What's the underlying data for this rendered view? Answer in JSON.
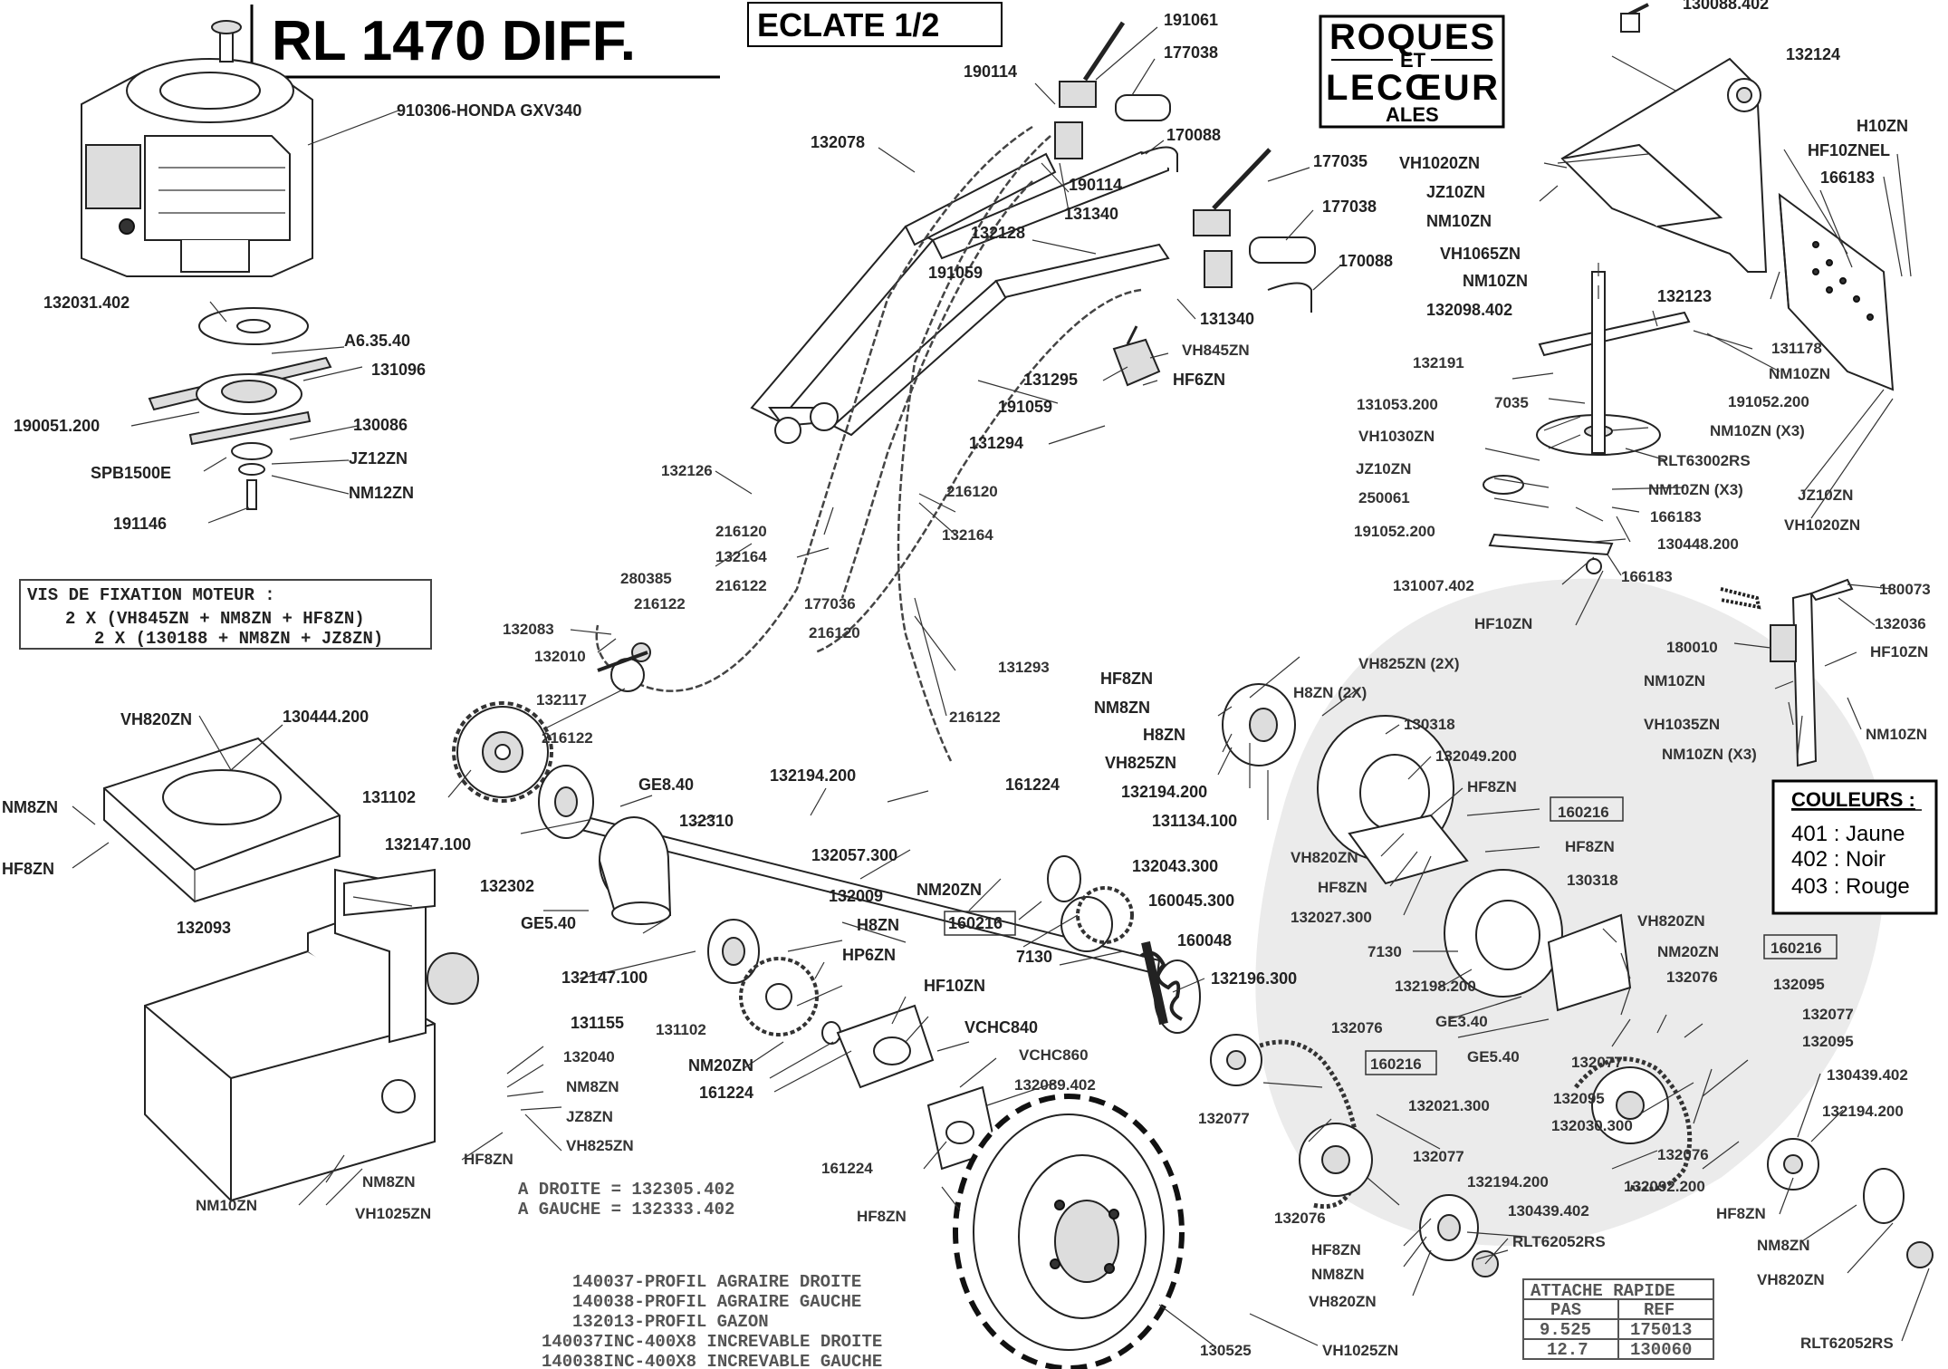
{
  "header": {
    "title": "RL 1470 DIFF.",
    "subtitle": "ECLATE 1/2"
  },
  "brand": {
    "line1": "ROQUES",
    "line2": "ET",
    "line3": "LECŒUR",
    "line4": "ALES"
  },
  "legend": {
    "heading": "COULEURS :",
    "items": [
      "401 : Jaune",
      "402 : Noir",
      "403 : Rouge"
    ]
  },
  "notes": {
    "fixing_title": "VIS DE FIXATION MOTEUR :",
    "fixing_line1": "2 X (VH845ZN + NM8ZN + HF8ZN)",
    "fixing_line2": "2 X (130188 + NM8ZN + JZ8ZN)",
    "side_right": "A DROITE = 132305.402",
    "side_left": "A GAUCHE = 132333.402",
    "profiles": [
      "140037-PROFIL AGRAIRE DROITE",
      "140038-PROFIL AGRAIRE GAUCHE",
      "132013-PROFIL GAZON",
      "140037INC-400X8 INCREVABLE DROITE",
      "140038INC-400X8 INCREVABLE GAUCHE"
    ]
  },
  "attache": {
    "title": "ATTACHE RAPIDE",
    "headers": [
      "PAS",
      "REF"
    ],
    "rows": [
      [
        "9.525",
        "175013"
      ],
      [
        "12.7",
        "130060"
      ]
    ]
  },
  "parts": {
    "p1": "910306-HONDA GXV340",
    "p2": "132031.402",
    "p3": "A6.35.40",
    "p4": "131096",
    "p5": "190051.200",
    "p6": "130086",
    "p7": "SPB1500E",
    "p8": "JZ12ZN",
    "p9": "NM12ZN",
    "p10": "191146",
    "p11": "191061",
    "p12": "177038",
    "p13": "190114",
    "p14": "132078",
    "p15": "170088",
    "p16": "190114",
    "p17": "131340",
    "p18": "177035",
    "p19": "177038",
    "p20": "132128",
    "p21": "191059",
    "p22": "170088",
    "p23": "131340",
    "p24": "VH845ZN",
    "p25": "131295",
    "p26": "HF6ZN",
    "p27": "191059",
    "p28": "131294",
    "p29": "132126",
    "p30": "216120",
    "p31": "132164",
    "p32": "216122",
    "p33": "216120",
    "p34": "132164",
    "p35": "280385",
    "p36": "216122",
    "p37": "177036",
    "p38": "216120",
    "p39": "131293",
    "p40": "216122",
    "p41": "132083",
    "p42": "132010",
    "p43": "132117",
    "p44": "216122",
    "p45": "VH820ZN",
    "p46": "130444.200",
    "p47": "NM8ZN",
    "p48": "HF8ZN",
    "p49": "131102",
    "p50": "GE8.40",
    "p51": "132310",
    "p52": "132147.100",
    "p53": "132093",
    "p54": "132302",
    "p55": "GE5.40",
    "p56": "132147.100",
    "p57": "131102",
    "p58": "132194.200",
    "p59": "161224",
    "p60": "132057.300",
    "p61": "NM20ZN",
    "p62": "132009",
    "p63": "H8ZN",
    "p64": "HP6ZN",
    "p65": "160216",
    "p66": "7130",
    "p67": "132043.300",
    "p68": "160045.300",
    "p69": "160048",
    "p70": "132196.300",
    "p71": "HF10ZN",
    "p72": "NM20ZN",
    "p73": "161224",
    "p74": "131155",
    "p75": "132040",
    "p76": "NM8ZN",
    "p77": "JZ8ZN",
    "p78": "VH825ZN",
    "p79": "HF8ZN",
    "p80": "NM8ZN",
    "p81": "VH1025ZN",
    "p82": "NM10ZN",
    "p83": "VCHC840",
    "p84": "VCHC860",
    "p85": "132089.402",
    "p86": "161224",
    "p87": "HF8ZN",
    "p88": "130525",
    "p89": "VH1025ZN",
    "p90": "HF8ZN",
    "p91": "NM8ZN",
    "p92": "H8ZN",
    "p93": "VH825ZN",
    "p94": "132194.200",
    "p95": "131134.100",
    "p96": "VH825ZN (2X)",
    "p97": "H8ZN (2X)",
    "p98": "130318",
    "p99": "132049.200",
    "p100": "HF8ZN",
    "p101": "160216",
    "p102": "HF8ZN",
    "p103": "VH820ZN",
    "p104": "HF8ZN",
    "p105": "132027.300",
    "p106": "7130",
    "p107": "130318",
    "p108": "132198.200",
    "p109": "GE3.40",
    "p110": "GE5.40",
    "p111": "VH820ZN",
    "p112": "NM20ZN",
    "p113": "160216",
    "p114": "132076",
    "p115": "132095",
    "p116": "132077",
    "p117": "132077",
    "p118": "132076",
    "p119": "160216",
    "p120": "132077",
    "p121": "132021.300",
    "p122": "132077",
    "p123": "132076",
    "p124": "132194.200",
    "p125": "130439.402",
    "p126": "RLT62052RS",
    "p127": "HF8ZN",
    "p128": "NM8ZN",
    "p129": "VH820ZN",
    "p130": "132095",
    "p131": "132030.300",
    "p132": "132076",
    "p133": "132092.200",
    "p134": "132095",
    "p135": "130439.402",
    "p136": "132194.200",
    "p137": "HF8ZN",
    "p138": "NM8ZN",
    "p139": "VH820ZN",
    "p140": "RLT62052RS",
    "p141": "130088.402",
    "p142": "132124",
    "p143": "VH1020ZN",
    "p144": "JZ10ZN",
    "p145": "NM10ZN",
    "p146": "H10ZN",
    "p147": "HF10ZNEL",
    "p148": "166183",
    "p149": "VH1065ZN",
    "p150": "NM10ZN",
    "p151": "132098.402",
    "p152": "132123",
    "p153": "131178",
    "p154": "132191",
    "p155": "NM10ZN",
    "p156": "7035",
    "p157": "191052.200",
    "p158": "131053.200",
    "p159": "NM10ZN (X3)",
    "p160": "VH1030ZN",
    "p161": "RLT63002RS",
    "p162": "JZ10ZN",
    "p163": "NM10ZN (X3)",
    "p164": "250061",
    "p165": "166183",
    "p166": "JZ10ZN",
    "p167": "191052.200",
    "p168": "130448.200",
    "p169": "VH1020ZN",
    "p170": "131007.402",
    "p171": "166183",
    "p172": "HF10ZN",
    "p173": "180073",
    "p174": "132036",
    "p175": "180010",
    "p176": "HF10ZN",
    "p177": "NM10ZN",
    "p178": "VH1035ZN",
    "p179": "NM10ZN",
    "p180": "NM10ZN (X3)"
  }
}
